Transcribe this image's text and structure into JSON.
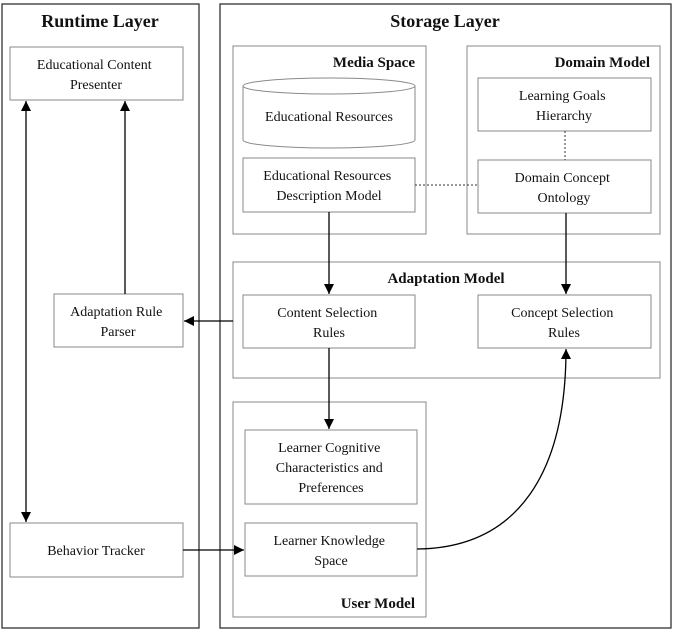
{
  "runtime": {
    "title": "Runtime Layer",
    "presenter": [
      "Educational Content",
      "Presenter"
    ],
    "parser": [
      "Adaptation Rule",
      "Parser"
    ],
    "tracker": [
      "Behavior Tracker"
    ]
  },
  "storage": {
    "title": "Storage Layer",
    "media": {
      "title": "Media Space",
      "resources": [
        "Educational Resources"
      ],
      "description_model": [
        "Educational Resources",
        "Description Model"
      ]
    },
    "domain": {
      "title": "Domain Model",
      "goals": [
        "Learning Goals",
        "Hierarchy"
      ],
      "ontology": [
        "Domain Concept",
        "Ontology"
      ]
    },
    "adaptation": {
      "title": "Adaptation Model",
      "content_rules": [
        "Content Selection",
        "Rules"
      ],
      "concept_rules": [
        "Concept Selection",
        "Rules"
      ]
    },
    "user": {
      "title": "User Model",
      "cognitive": [
        "Learner Cognitive",
        "Characteristics and",
        "Preferences"
      ],
      "knowledge": [
        "Learner Knowledge",
        "Space"
      ]
    }
  }
}
